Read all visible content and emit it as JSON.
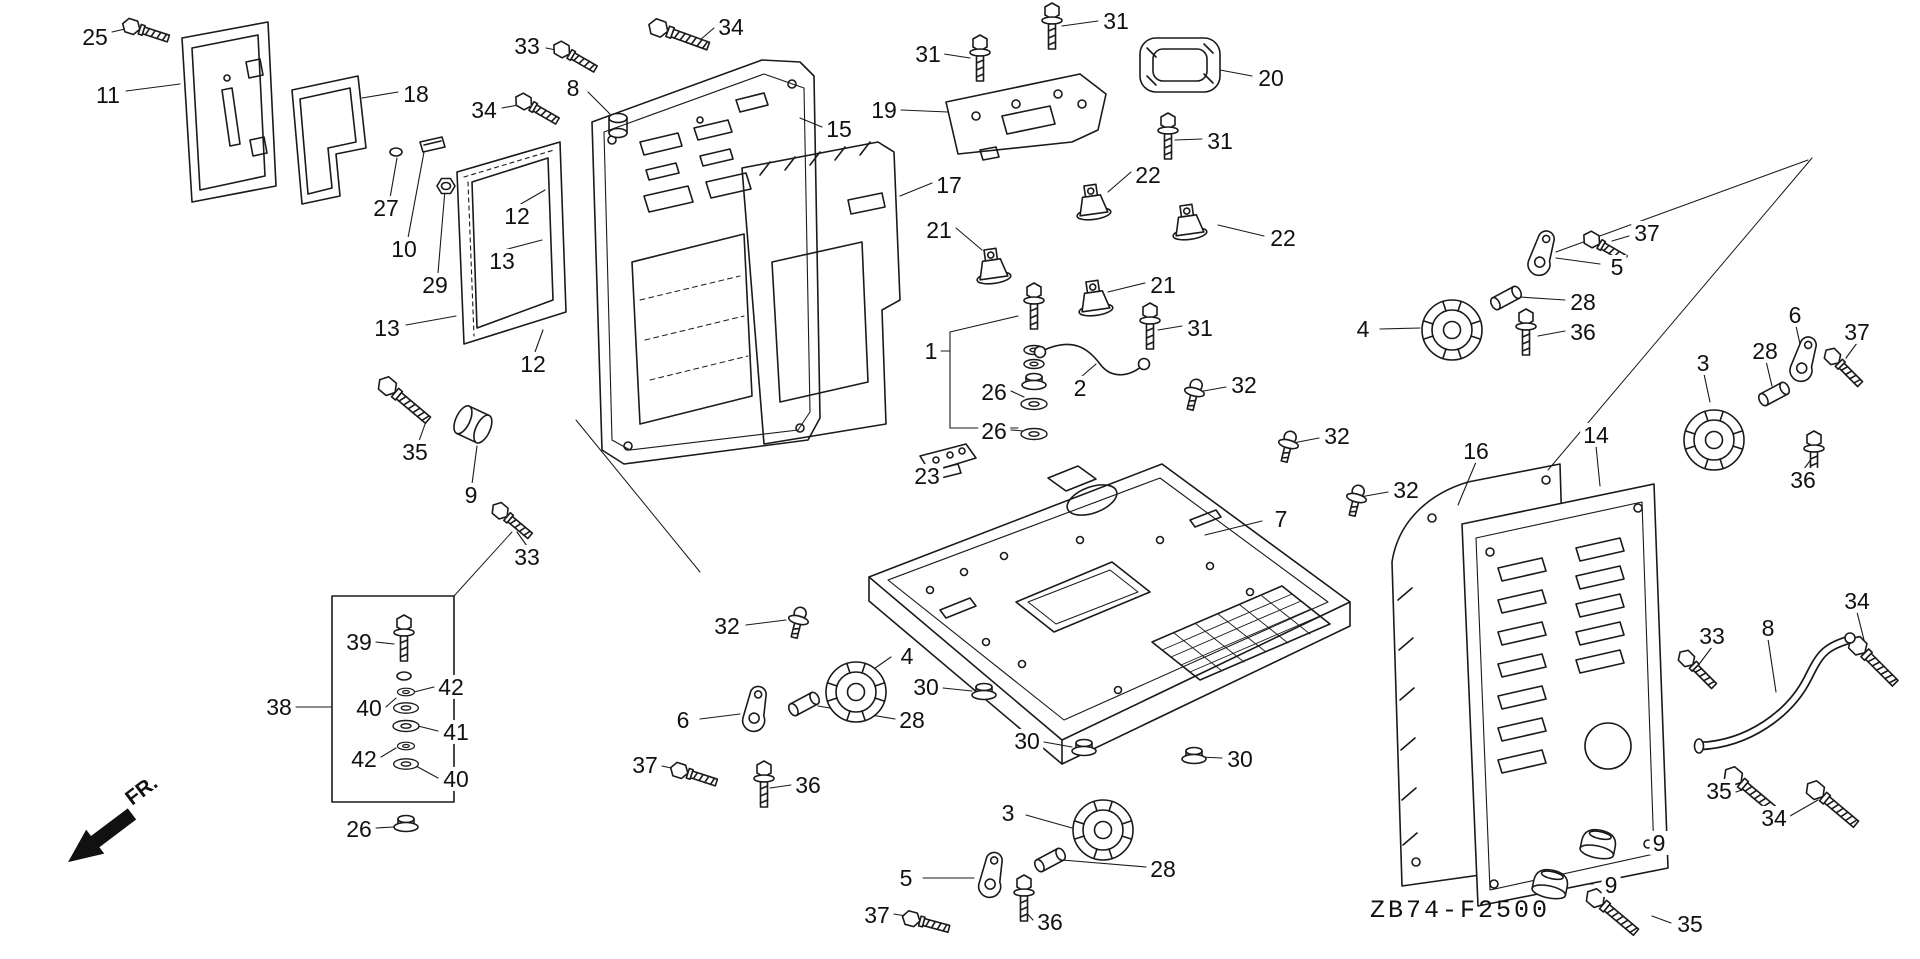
{
  "diagram": {
    "code": "ZB74-F2500",
    "fr_label": "FR.",
    "background": "#ffffff",
    "line_color": "#1a1a1a"
  },
  "callouts": [
    {
      "text": "25"
    },
    {
      "text": "11"
    },
    {
      "text": "18"
    },
    {
      "text": "27"
    },
    {
      "text": "10"
    },
    {
      "text": "29"
    },
    {
      "text": "33"
    },
    {
      "text": "34"
    },
    {
      "text": "34"
    },
    {
      "text": "8"
    },
    {
      "text": "15"
    },
    {
      "text": "12"
    },
    {
      "text": "13"
    },
    {
      "text": "13"
    },
    {
      "text": "12"
    },
    {
      "text": "17"
    },
    {
      "text": "19"
    },
    {
      "text": "31"
    },
    {
      "text": "31"
    },
    {
      "text": "20"
    },
    {
      "text": "31"
    },
    {
      "text": "22"
    },
    {
      "text": "22"
    },
    {
      "text": "21"
    },
    {
      "text": "21"
    },
    {
      "text": "31"
    },
    {
      "text": "1"
    },
    {
      "text": "26"
    },
    {
      "text": "2"
    },
    {
      "text": "26"
    },
    {
      "text": "32"
    },
    {
      "text": "32"
    },
    {
      "text": "32"
    },
    {
      "text": "23"
    },
    {
      "text": "7"
    },
    {
      "text": "16"
    },
    {
      "text": "14"
    },
    {
      "text": "37"
    },
    {
      "text": "5"
    },
    {
      "text": "28"
    },
    {
      "text": "36"
    },
    {
      "text": "4"
    },
    {
      "text": "6"
    },
    {
      "text": "37"
    },
    {
      "text": "3"
    },
    {
      "text": "28"
    },
    {
      "text": "36"
    },
    {
      "text": "35"
    },
    {
      "text": "9"
    },
    {
      "text": "33"
    },
    {
      "text": "32"
    },
    {
      "text": "4"
    },
    {
      "text": "30"
    },
    {
      "text": "28"
    },
    {
      "text": "6"
    },
    {
      "text": "30"
    },
    {
      "text": "30"
    },
    {
      "text": "37"
    },
    {
      "text": "36"
    },
    {
      "text": "3"
    },
    {
      "text": "28"
    },
    {
      "text": "5"
    },
    {
      "text": "37"
    },
    {
      "text": "36"
    },
    {
      "text": "38"
    },
    {
      "text": "39"
    },
    {
      "text": "40"
    },
    {
      "text": "42"
    },
    {
      "text": "41"
    },
    {
      "text": "42"
    },
    {
      "text": "40"
    },
    {
      "text": "26"
    },
    {
      "text": "33"
    },
    {
      "text": "8"
    },
    {
      "text": "34"
    },
    {
      "text": "35"
    },
    {
      "text": "34"
    },
    {
      "text": "9"
    },
    {
      "text": "9"
    },
    {
      "text": "35"
    }
  ]
}
